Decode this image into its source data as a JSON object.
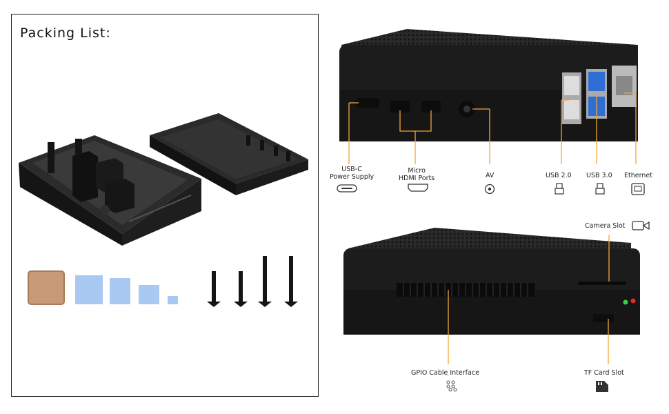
{
  "packing_list": {
    "title": "Packing List:"
  },
  "port_labels": {
    "usb_c": "USB-C",
    "power_supply": "Power Supply",
    "micro": "Micro",
    "hdmi_ports": "HDMI Ports",
    "av": "AV",
    "usb_2": "USB 2.0",
    "usb_3": "USB 3.0",
    "ethernet": "Ethernet"
  },
  "side_labels": {
    "camera_slot": "Camera Slot",
    "gpio": "GPIO Cable Interface",
    "tf_card": "TF Card Slot"
  },
  "colors": {
    "accent": "#f5a43a",
    "case": "#1c1c1c",
    "thermal_pad": "#a9c8f2",
    "copper_pad": "#c99a78"
  },
  "icons": [
    "usb-c-icon",
    "hdmi-icon",
    "av-jack-icon",
    "usb-icon",
    "ethernet-icon",
    "camera-icon",
    "gpio-icon",
    "sd-card-icon"
  ]
}
